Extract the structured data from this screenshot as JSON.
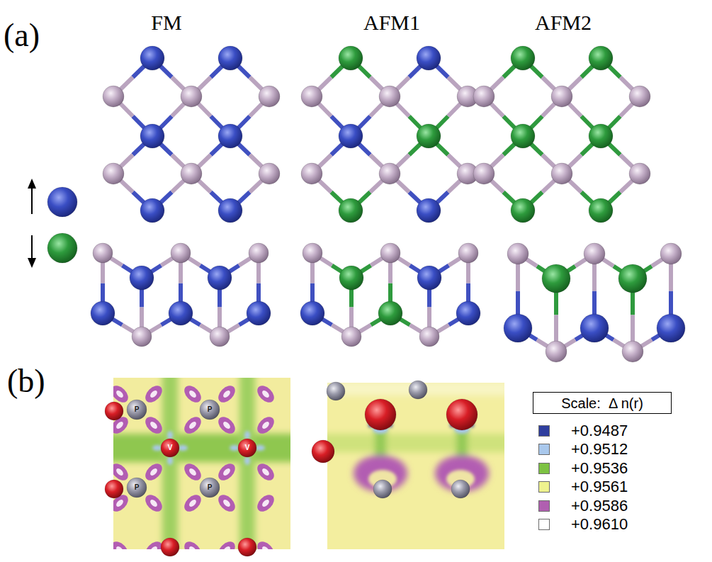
{
  "diagram": {
    "nodes": [
      {
        "text": [
          "Scale:  Δ n(r)"
        ]
      }
    ],
    "labels": [
      "(a)",
      "FM",
      "AFM1",
      "AFM2",
      "(b)",
      "P",
      "P",
      "P",
      "P",
      "V",
      "V"
    ],
    "legend": [
      {
        "text": "+0.9487",
        "color": "#2f3e9e"
      },
      {
        "text": "+0.9512",
        "color": "#a9c8ec"
      },
      {
        "text": "+0.9536",
        "color": "#7dc243"
      },
      {
        "text": "+0.9561",
        "color": "#eef28e"
      },
      {
        "text": "+0.9586",
        "color": "#b05fb0"
      },
      {
        "text": "+0.9610",
        "color": "#ffffff"
      }
    ]
  }
}
